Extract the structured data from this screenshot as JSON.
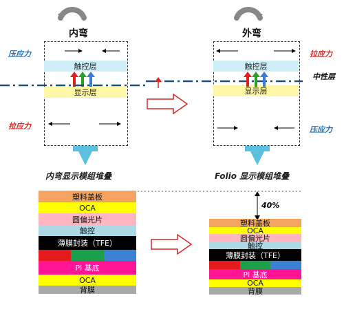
{
  "left": {
    "title": "内弯",
    "compress_label": "压应力",
    "tension_label": "拉应力",
    "touch_label": "触控层",
    "display_label": "显示层",
    "stack_title": "内弯显示模组堆叠"
  },
  "right": {
    "title": "外弯",
    "compress_label": "压应力",
    "tension_label": "拉应力",
    "touch_label": "触控层",
    "display_label": "显示层",
    "neutral_label": "中性层",
    "stack_title": "Folio 显示模组堆叠",
    "reduction": "40%"
  },
  "stack_left": [
    {
      "label": "塑料盖板",
      "color": "#f4a460"
    },
    {
      "label": "OCA",
      "color": "#ffff00"
    },
    {
      "label": "圆偏光片",
      "color": "#ffb6c1"
    },
    {
      "label": "触控",
      "color": "#add8e6"
    },
    {
      "label": "薄膜封装（TFE）",
      "color": "#000000",
      "text_color": "#ffffff"
    },
    {
      "label": "",
      "color": "rgb"
    },
    {
      "label": "PI 基底",
      "color": "#ff1493",
      "text_color": "#ffffff"
    },
    {
      "label": "OCA",
      "color": "#ffff00"
    },
    {
      "label": "背膜",
      "color": "#a9a9a9"
    }
  ],
  "stack_right": [
    {
      "label": "塑料盖板",
      "color": "#f4a460"
    },
    {
      "label": "OCA",
      "color": "#ffff00"
    },
    {
      "label": "圆偏光片",
      "color": "#ffb6c1"
    },
    {
      "label": "触控",
      "color": "#add8e6"
    },
    {
      "label": "薄膜封装（TFE）",
      "color": "#000000",
      "text_color": "#ffffff"
    },
    {
      "label": "",
      "color": "rgb"
    },
    {
      "label": "PI 基底",
      "color": "#ff1493",
      "text_color": "#ffffff"
    },
    {
      "label": "OCA",
      "color": "#ffff00"
    },
    {
      "label": "背膜",
      "color": "#a9a9a9"
    }
  ],
  "colors": {
    "accent_blue": "#1f6fb5",
    "accent_red": "#d62728",
    "touch_band": "#cfeff8",
    "display_band": "#fff6a6",
    "neutral_line": "#1f4e79",
    "funnel": "#5bc0de"
  }
}
